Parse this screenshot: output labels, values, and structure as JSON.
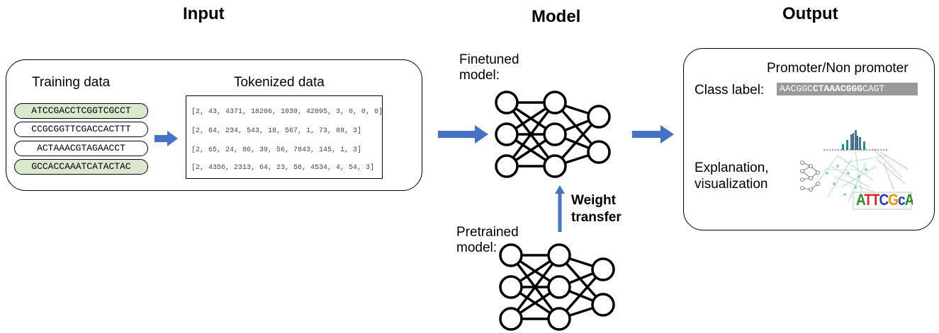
{
  "sections": {
    "input": "Input",
    "model": "Model",
    "output": "Output"
  },
  "input": {
    "training_label": "Training data",
    "tokenized_label": "Tokenized data",
    "sequences": [
      {
        "text": "ATCCGACCTCGGTCGCCT",
        "highlight": true
      },
      {
        "text": "CCGCGGTTCGACCACTTT",
        "highlight": false
      },
      {
        "text": "ACTAAACGTAGAACCT",
        "highlight": false
      },
      {
        "text": "GCCACCAAATCATACTAC",
        "highlight": true
      }
    ],
    "tokens": [
      "[2, 43, 4371, 18206, 1039, 42095, 3, 0, 0, 0]",
      "[2, 64, 234, 543, 18, 567, 1, 73, 89, 3]",
      "[2, 65, 24, 86, 39, 56, 7843, 145, 1, 3]",
      "[2, 4356, 2313, 64, 23, 56, 4534, 4, 54, 3]"
    ]
  },
  "model": {
    "finetuned_label_line1": "Finetuned",
    "finetuned_label_line2": "model:",
    "pretrained_label_line1": "Pretrained",
    "pretrained_label_line2": "model:",
    "weight_transfer_line1": "Weight",
    "weight_transfer_line2": "transfer"
  },
  "output": {
    "class_title": "Promoter/Non promoter",
    "class_label": "Class label:",
    "class_seq_prefix": "AACGGC",
    "class_seq_bold": "CTAAACGGG",
    "class_seq_suffix": "CAGT",
    "explanation_line1": "Explanation,",
    "explanation_line2": "visualization",
    "logo_text": "ATTCGcAT"
  },
  "colors": {
    "arrow": "#4472c4",
    "sequence_highlight": "#dbe8cf",
    "class_seq_bg": "#999999"
  }
}
